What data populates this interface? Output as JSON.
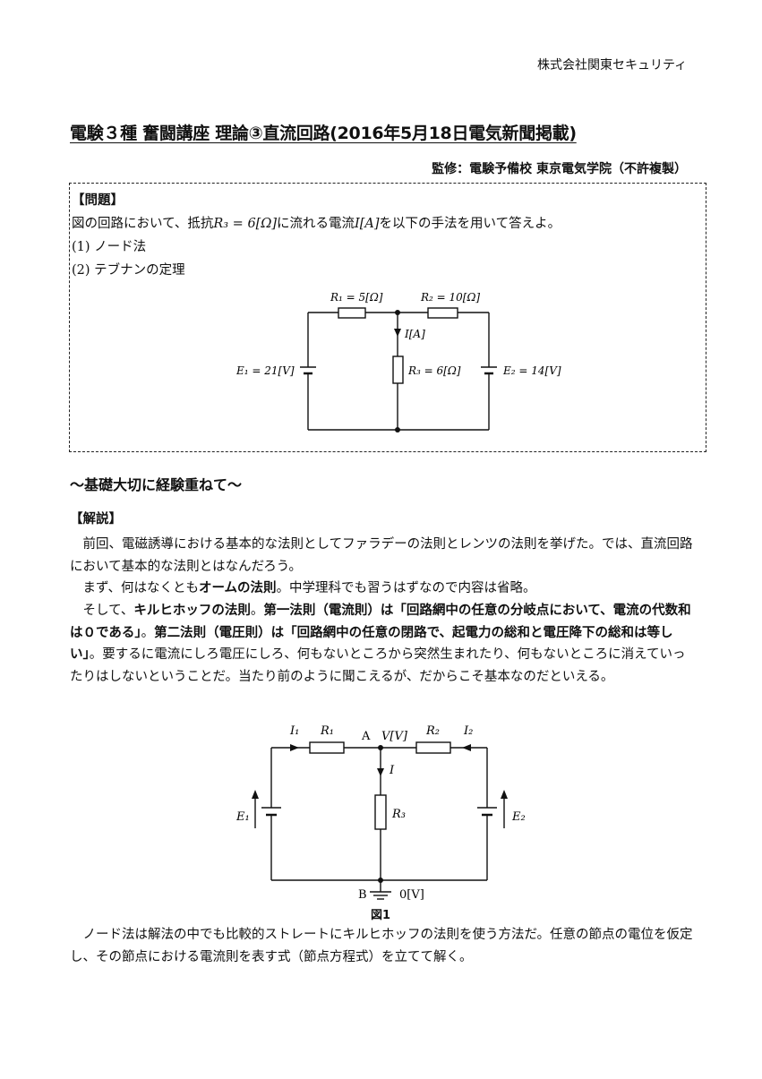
{
  "header": {
    "company": "株式会社関東セキュリティ",
    "title": "電験３種 奮闘講座 理論③直流回路(2016年5月18日電気新聞掲載)",
    "supervisor": "監修：電験予備校 東京電気学院（不許複製）"
  },
  "problem": {
    "heading": "【問題】",
    "text_pre": "図の回路において、抵抗",
    "r3_expr": "R₃ = 6[Ω]",
    "text_mid": "に流れる電流",
    "i_expr": "I[A]",
    "text_post": "を以下の手法を用いて答えよ。",
    "item1": "(1) ノード法",
    "item2": "(2) テブナンの定理",
    "circuit": {
      "r1_label": "R₁ = 5[Ω]",
      "r2_label": "R₂ = 10[Ω]",
      "r3_label": "R₃ = 6[Ω]",
      "current_label": "I[A]",
      "e1_label": "E₁ = 21[V]",
      "e2_label": "E₂ = 14[V]"
    }
  },
  "section_heading": "～基礎大切に経験重ねて～",
  "explanation": {
    "heading": "【解説】",
    "p1": "　前回、電磁誘導における基本的な法則としてファラデーの法則とレンツの法則を挙げた。では、直流回路において基本的な法則とはなんだろう。",
    "p2_pre": "　まず、何はなくとも",
    "p2_bold": "オームの法則",
    "p2_post": "。中学理科でも習うはずなので内容は省略。",
    "p3_pre": "　そして、",
    "p3_b1": "キルヒホッフの法則",
    "p3_t1": "。",
    "p3_b2": "第一法則（電流則）は「回路網中の任意の分岐点において、電流の代数和は０である」",
    "p3_t2": "。",
    "p3_b3": "第二法則（電圧則）は「回路網中の任意の閉路で、起電力の総和と電圧降下の総和は等しい」",
    "p3_post": "。要するに電流にしろ電圧にしろ、何もないところから突然生まれたり、何もないところに消えていったりはしないということだ。当たり前のように聞こえるが、だからこそ基本なのだといえる。",
    "p4": "　ノード法は解法の中でも比較的ストレートにキルヒホッフの法則を使う方法だ。任意の節点の電位を仮定し、その節点における電流則を表す式（節点方程式）を立てて解く。"
  },
  "figure1": {
    "i1": "I₁",
    "r1": "R₁",
    "node_a": "A",
    "v_label": "V[V]",
    "r2": "R₂",
    "i2": "I₂",
    "i": "I",
    "r3": "R₃",
    "e1": "E₁",
    "e2": "E₂",
    "node_b": "B",
    "zero_v": "0[V]",
    "caption": "図1"
  }
}
